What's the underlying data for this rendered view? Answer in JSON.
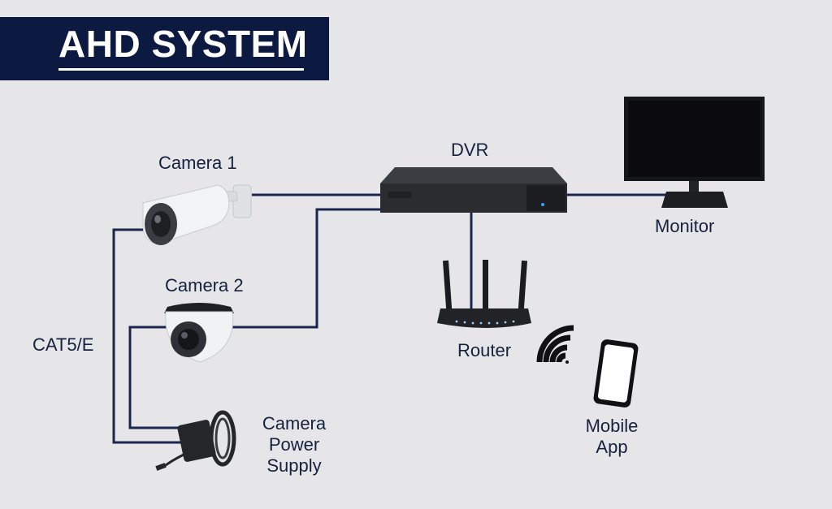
{
  "title": "AHD SYSTEM",
  "labels": {
    "camera1": "Camera 1",
    "camera2": "Camera 2",
    "dvr": "DVR",
    "monitor": "Monitor",
    "router": "Router",
    "cable": "CAT5/E",
    "power_supply": [
      "Camera",
      "Power",
      "Supply"
    ],
    "mobile_app": [
      "Mobile",
      "App"
    ]
  },
  "colors": {
    "banner": "#0c1940",
    "wire": "#1a2550",
    "text": "#16213f",
    "background": "#e6e6e8"
  },
  "icons": [
    "bullet-camera-icon",
    "dome-camera-icon",
    "dvr-icon",
    "monitor-icon",
    "router-icon",
    "power-adapter-icon",
    "wifi-icon",
    "smartphone-icon"
  ]
}
